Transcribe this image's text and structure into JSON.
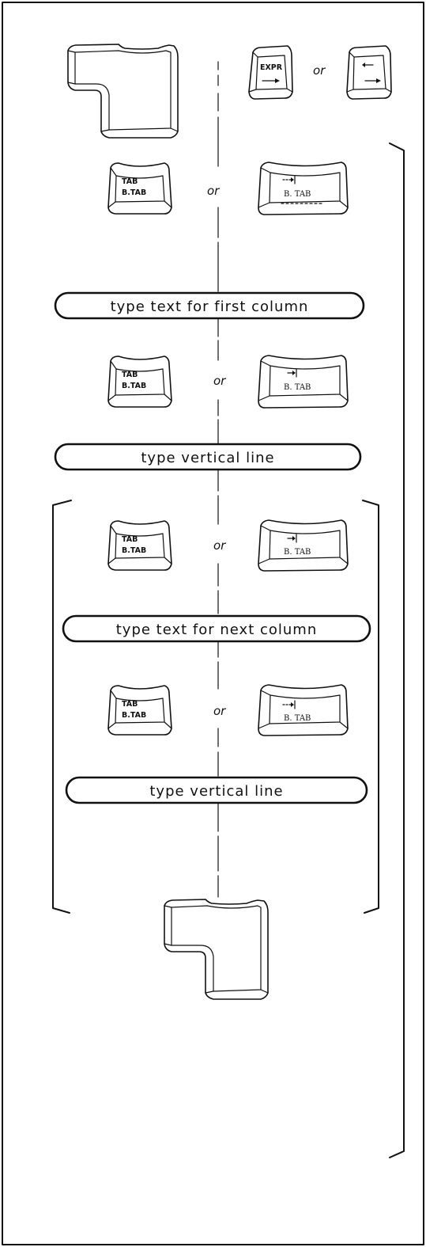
{
  "flow": {
    "start_connector": "",
    "expr_key": "EXPR",
    "or_1": "or",
    "tab_key_line1": "TAB",
    "tab_key_line2": "B.TAB",
    "alt_key_label": "B. TAB",
    "or_2": "or",
    "step_first_column": "type text for first column",
    "or_3": "or",
    "step_vertical_line_1": "type vertical line",
    "or_4": "or",
    "step_next_column": "type text for next column",
    "or_5": "or",
    "step_vertical_line_2": "type vertical line"
  }
}
